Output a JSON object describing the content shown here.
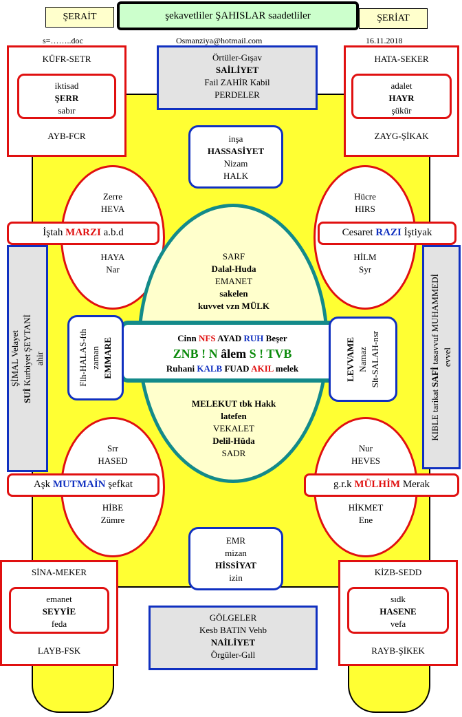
{
  "header": {
    "left_label": "ŞERAİT",
    "right_label": "ŞERİAT",
    "title": "şekavetliler  ŞAHISLAR  saadetliler",
    "file": "s=……..doc",
    "email": "Osmanziya@hotmail.com",
    "date": "16.11.2018"
  },
  "top_left": {
    "top": "KÜFR-SETR",
    "inner": [
      "iktisad",
      "ŞERR",
      "sabır"
    ],
    "bottom": "AYB-FCR"
  },
  "top_right": {
    "top": "HATA-SEKER",
    "inner": [
      "adalet",
      "HAYR",
      "şükür"
    ],
    "bottom": "ZAYG-ŞİKAK"
  },
  "top_center": [
    "Örtüler-Gışav",
    "SAİLİYET",
    "Fail ZAHİR Kabil",
    "PERDELER"
  ],
  "upper_mid": [
    "inşa",
    "HASSASİYET",
    "Nizam",
    "HALK"
  ],
  "ell_ul": {
    "top": [
      "Zerre",
      "HEVA"
    ],
    "bottom": [
      "HAYA",
      "Nar"
    ]
  },
  "ell_ur": {
    "top": [
      "Hücre",
      "HIRS"
    ],
    "bottom": [
      "HİLM",
      "Syr"
    ]
  },
  "pill_ul": {
    "a": "İştah ",
    "b": "MARZI",
    "c": " a.b.d"
  },
  "pill_ur": {
    "a": "Cesaret  ",
    "b": "RAZI",
    "c": "  İştiyak"
  },
  "center_top": [
    "SARF",
    "Dalal-Huda",
    "EMANET",
    "sakelen",
    "kuvvet vzn  MÜLK"
  ],
  "center_box": {
    "r1": [
      "Cinn ",
      "NFS",
      "  AYAD    ",
      "RUH",
      " Beşer"
    ],
    "r2": [
      "ZNB ! N ",
      "âlem",
      " S ! TVB"
    ],
    "r3": [
      "Ruhani ",
      "KALB",
      "  FUAD  ",
      "AKIL",
      " melek"
    ]
  },
  "center_bottom": [
    "MELEKUT tbk Hakk",
    "latefen",
    "VEKALET",
    "Delil-Hüda",
    "SADR"
  ],
  "side_left": {
    "col1": "ŞİMAL Velayet",
    "col2a": "SUİ",
    "col2b": " Kurbiyet  ŞEYTANİ",
    "col3": "ahir"
  },
  "side_right": {
    "col1": "KIBLE  tarikat ",
    "col1b": "SAFİ",
    "col1c": " tasavvuf  MUHAMMEDİ",
    "col2": "evvel"
  },
  "mid_left": {
    "col1": "Flh-HALAS-fth",
    "col2": "zaman",
    "col3": "EMMARE"
  },
  "mid_right": {
    "col1": "LEVVAME",
    "col2": "Namaz",
    "col3": "Slt-SALAH-nsr"
  },
  "ell_ll": {
    "top": [
      "Srr",
      "HASED"
    ],
    "bottom": [
      "HİBE",
      "Zümre"
    ]
  },
  "ell_lr": {
    "top": [
      "Nur",
      "HEVES"
    ],
    "bottom": [
      "HİKMET",
      "Ene"
    ]
  },
  "pill_ll": {
    "a": "Aşk ",
    "b": "MUTMAİN",
    "c": " şefkat"
  },
  "pill_lr": {
    "a": "g.r.k  ",
    "b": "MÜLHİM",
    "c": " Merak"
  },
  "lower_mid": [
    "EMR",
    "mizan",
    "HİSSİYAT",
    "izin"
  ],
  "bottom_left": {
    "top": "SİNA-MEKER",
    "inner": [
      "emanet",
      "SEYYİE",
      "feda"
    ],
    "bottom": "LAYB-FSK"
  },
  "bottom_right": {
    "top": "KİZB-SEDD",
    "inner": [
      "sıdk",
      "HASENE",
      "vefa"
    ],
    "bottom": "RAYB-ŞİKEK"
  },
  "bottom_center": [
    "GÖLGELER",
    "Kesb BATIN  Vehb",
    "NAİLİYET",
    "Örgüler-Gıll"
  ]
}
